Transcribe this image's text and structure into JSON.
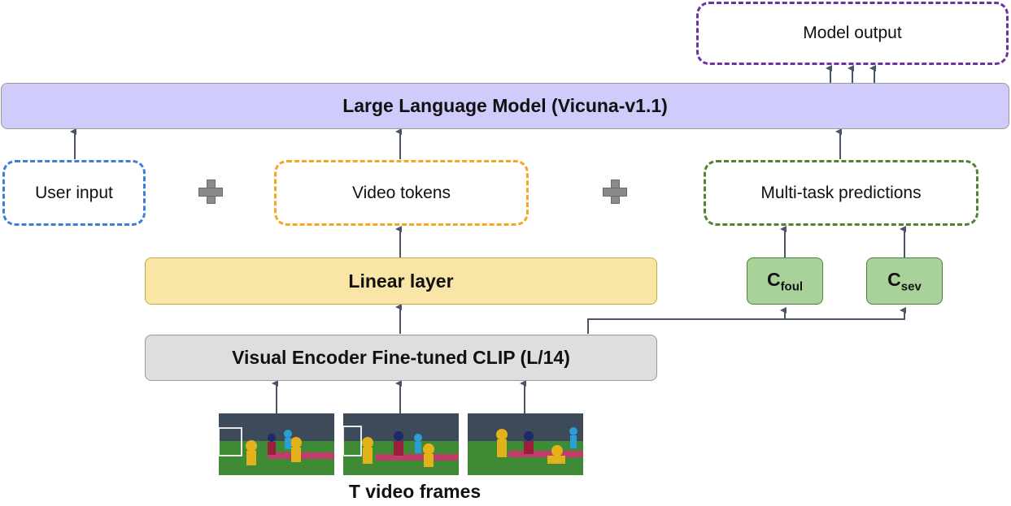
{
  "model_output": "Model output",
  "llm": "Large Language Model (Vicuna-v1.1)",
  "user_input": "User input",
  "video_tokens": "Video tokens",
  "multitask": "Multi-task predictions",
  "linear": "Linear layer",
  "c_foul": {
    "main": "C",
    "sub": "foul"
  },
  "c_sev": {
    "main": "C",
    "sub": "sev"
  },
  "encoder": "Visual Encoder Fine-tuned CLIP (L/14)",
  "frames_label": "T video frames",
  "colors": {
    "llm_fill": "#cfcbfb",
    "linear_fill": "#f9e6a6",
    "encoder_fill": "#dedede",
    "classifier_fill": "#a9d29b",
    "user_border": "#3e7fd6",
    "video_border": "#f5a623",
    "multitask_border": "#548235",
    "output_border": "#7030a0",
    "arrow": "#4a5568"
  }
}
